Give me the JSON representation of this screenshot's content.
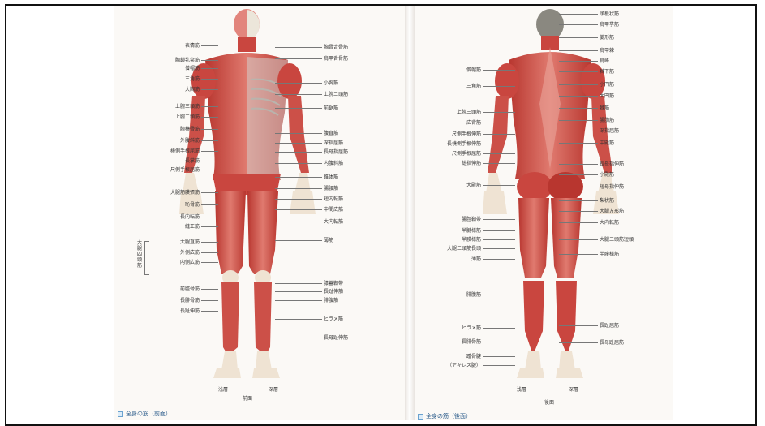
{
  "front": {
    "left_labels": [
      "表情筋",
      "胸鎖乳突筋",
      "僧帽筋",
      "三角筋",
      "大胸筋",
      "上腕三頭筋",
      "上腕二頭筋",
      "腕橈骨筋",
      "外腹斜筋",
      "橈側手根屈筋",
      "長掌筋",
      "尺側手根屈筋",
      "大腿筋膜張筋",
      "恥骨筋",
      "長内転筋",
      "縫工筋",
      "大腿直筋",
      "外側広筋",
      "内側広筋",
      "前脛骨筋",
      "長腓骨筋",
      "長趾伸筋"
    ],
    "right_labels": [
      "胸骨舌骨筋",
      "肩甲舌骨筋",
      "小胸筋",
      "上腕二頭筋",
      "前鋸筋",
      "腹直筋",
      "深指屈筋",
      "長母指屈筋",
      "内腹斜筋",
      "錐体筋",
      "腸腰筋",
      "短内転筋",
      "中間広筋",
      "大内転筋",
      "薄筋",
      "膝蓋靭帯",
      "長趾伸筋",
      "腓腹筋",
      "ヒラメ筋",
      "長母趾伸筋"
    ],
    "group_label": "大腿四頭筋",
    "layer_superficial": "浅層",
    "layer_deep": "深層",
    "view_title": "前面",
    "caption": "全身の筋（前面）"
  },
  "back": {
    "left_labels": [
      "僧帽筋",
      "三角筋",
      "上腕三頭筋",
      "広背筋",
      "尺側手根伸筋",
      "長橈側手根伸筋",
      "尺側手根屈筋",
      "総指伸筋",
      "大殿筋",
      "腸脛靭帯",
      "半腱様筋",
      "半膜様筋",
      "大腿二頭筋長頭",
      "薄筋",
      "腓腹筋",
      "ヒラメ筋",
      "長腓骨筋",
      "踵骨腱",
      "（アキレス腱）"
    ],
    "right_labels": [
      "頭板状筋",
      "肩甲挙筋",
      "菱形筋",
      "肩甲棘",
      "肩峰",
      "棘下筋",
      "小円筋",
      "大円筋",
      "棘筋",
      "腸肋筋",
      "深指屈筋",
      "中殿筋",
      "長母指伸筋",
      "小殿筋",
      "短母指伸筋",
      "梨状筋",
      "大腿方形筋",
      "大内転筋",
      "大腿二頭筋短頭",
      "半膜様筋",
      "長趾屈筋",
      "長母趾屈筋"
    ],
    "layer_superficial": "浅層",
    "layer_deep": "深層",
    "view_title": "後面",
    "caption": "全身の筋（後面）"
  },
  "colors": {
    "muscle": "#c9463f",
    "muscle_light": "#e2857c",
    "tendon": "#efe3d3",
    "bone": "#ece6da",
    "caption": "#2a5b8a"
  }
}
